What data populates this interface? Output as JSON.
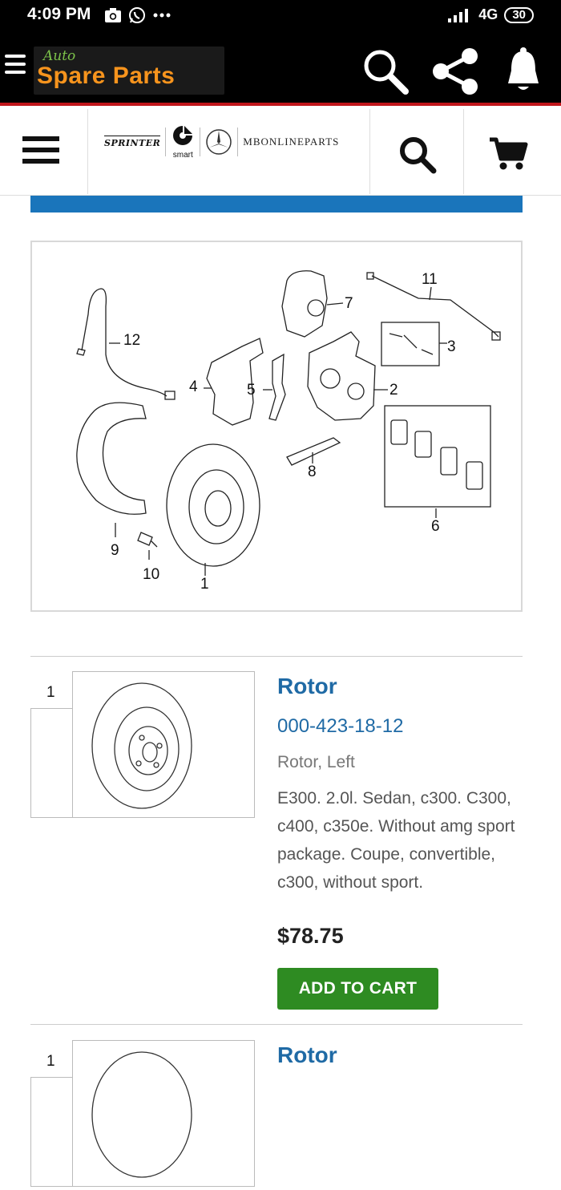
{
  "status_bar": {
    "time": "4:09 PM",
    "network": "4G",
    "battery": "30",
    "icons": [
      "camera-icon",
      "whatsapp-icon",
      "more-dots-icon",
      "signal-icon"
    ]
  },
  "app_bar": {
    "logo_script": "Auto",
    "logo_main": "Spare Parts",
    "icons": [
      "menu-icon",
      "search-icon",
      "share-icon",
      "bell-icon"
    ]
  },
  "site_header": {
    "brands": [
      "SPRINTER",
      "smart",
      "MBONLINEPARTS"
    ],
    "icons": [
      "hamburger-icon",
      "search-icon",
      "cart-icon"
    ]
  },
  "diagram": {
    "callouts": [
      "1",
      "2",
      "3",
      "4",
      "5",
      "6",
      "7",
      "8",
      "9",
      "10",
      "11",
      "12"
    ]
  },
  "parts": [
    {
      "ref": "1",
      "title": "Rotor",
      "part_number": "000-423-18-12",
      "description": "Rotor, Left",
      "notes": "E300. 2.0l. Sedan, c300. C300, c400, c350e. Without amg sport package. Coupe, convertible, c300, without sport.",
      "price": "$78.75",
      "button_label": "ADD TO CART"
    },
    {
      "ref": "1",
      "title": "Rotor"
    }
  ],
  "colors": {
    "brand_red": "#c0161b",
    "accent_blue": "#1a75bb",
    "link_blue": "#1f6aa5",
    "cart_green": "#2e8b22",
    "logo_orange": "#f7941d"
  }
}
